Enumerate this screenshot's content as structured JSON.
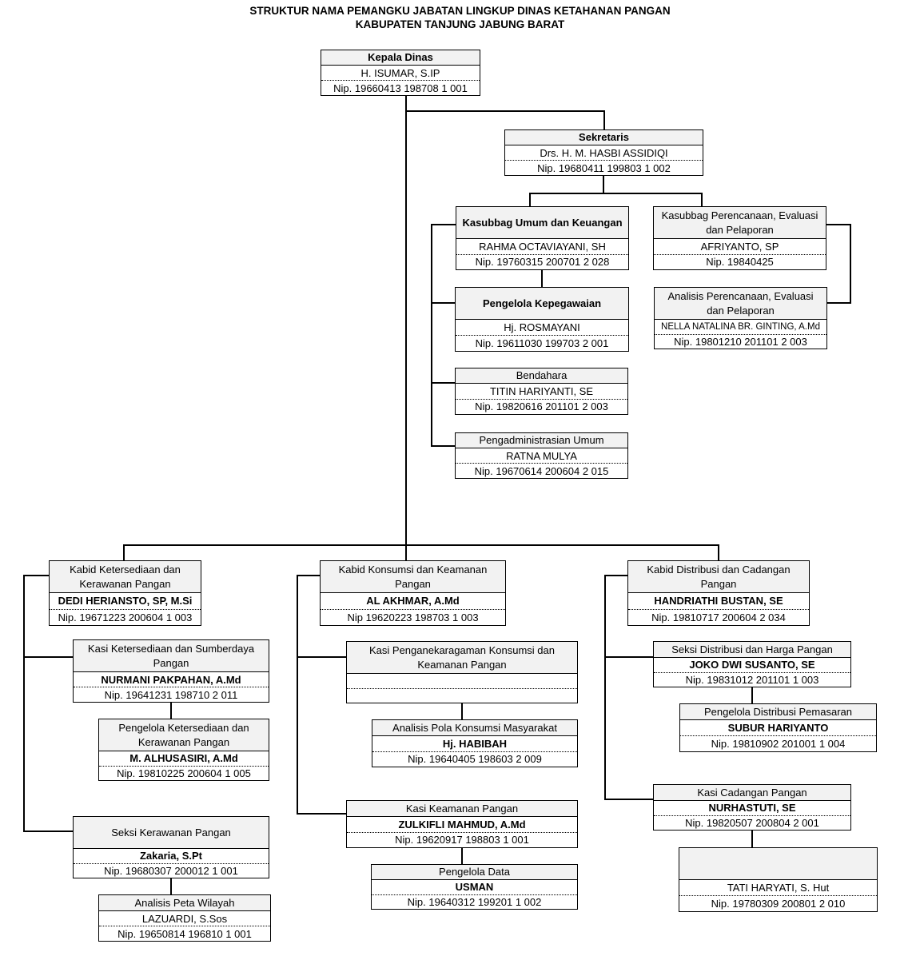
{
  "style": {
    "header_bg": "#f2f2f2",
    "line_color": "#000000",
    "border_color": "#000000",
    "background": "#ffffff"
  },
  "title": {
    "line1": "STRUKTUR NAMA PEMANGKU JABATAN LINGKUP DINAS KETAHANAN PANGAN",
    "line2": "KABUPATEN TANJUNG JABUNG BARAT"
  },
  "boxes": {
    "kepala_dinas": {
      "title": "Kepala Dinas",
      "name": "H. ISUMAR, S.IP",
      "nip": "Nip. 19660413 198708 1 001"
    },
    "sekretaris": {
      "title": "Sekretaris",
      "name": "Drs. H. M. HASBI ASSIDIQI",
      "nip": "Nip. 19680411 199803 1 002"
    },
    "kasubbag_umum": {
      "title": "Kasubbag Umum dan Keuangan",
      "name": "RAHMA OCTAVIAYANI, SH",
      "nip": "Nip. 19760315 200701 2 028"
    },
    "kasubbag_perencanaan": {
      "title": "Kasubbag Perencanaan, Evaluasi\ndan Pelaporan",
      "name": "AFRIYANTO, SP",
      "nip": "Nip. 19840425"
    },
    "pengelola_kepegawaian": {
      "title": "Pengelola Kepegawaian",
      "name": "Hj. ROSMAYANI",
      "nip": "Nip. 19611030 199703 2 001"
    },
    "analisis_perencanaan": {
      "title": "Analisis Perencanaan, Evaluasi\ndan Pelaporan",
      "name": "NELLA NATALINA BR. GINTING, A.Md",
      "nip": "Nip. 19801210 201101 2 003"
    },
    "bendahara": {
      "title": "Bendahara",
      "name": "TITIN HARIYANTI, SE",
      "nip": "Nip. 19820616 201101 2 003"
    },
    "pengadministrasian_umum": {
      "title": "Pengadministrasian Umum",
      "name": "RATNA MULYA",
      "nip": "Nip. 19670614 200604 2 015"
    },
    "kabid_ketersediaan": {
      "title": "Kabid Ketersediaan dan\nKerawanan Pangan",
      "name": "DEDI HERIANSTO, SP, M.Si",
      "nip": "Nip. 19671223 200604 1 003"
    },
    "kabid_konsumsi": {
      "title": "Kabid Konsumsi dan Keamanan\nPangan",
      "name": "AL AKHMAR, A.Md",
      "nip": "Nip 19620223 198703 1 003"
    },
    "kabid_distribusi": {
      "title": "Kabid Distribusi dan Cadangan\nPangan",
      "name": "HANDRIATHI BUSTAN, SE",
      "nip": "Nip. 19810717 200604 2 034"
    },
    "kasi_ketersediaan": {
      "title": "Kasi Ketersediaan dan Sumberdaya\nPangan",
      "name": "NURMANI PAKPAHAN, A.Md",
      "nip": "Nip. 19641231 198710 2 011"
    },
    "pengelola_ketersediaan": {
      "title": "Pengelola Ketersediaan dan\nKerawanan Pangan",
      "name": "M. ALHUSASIRI, A.Md",
      "nip": "Nip. 19810225 200604 1 005"
    },
    "seksi_kerawanan": {
      "title": "Seksi Kerawanan Pangan",
      "name": "Zakaria, S.Pt",
      "nip": "Nip. 19680307 200012 1 001"
    },
    "analisis_peta": {
      "title": "Analisis Peta Wilayah",
      "name": "LAZUARDI, S.Sos",
      "nip": "Nip. 19650814 196810 1 001"
    },
    "kasi_penganekaragaman": {
      "title": "Kasi Penganekaragaman Konsumsi dan\nKeamanan Pangan",
      "name": "",
      "nip": ""
    },
    "analisis_pola": {
      "title": "Analisis Pola Konsumsi Masyarakat",
      "name": "Hj. HABIBAH",
      "nip": "Nip. 19640405 198603 2 009"
    },
    "kasi_keamanan": {
      "title": "Kasi Keamanan Pangan",
      "name": "ZULKIFLI MAHMUD, A.Md",
      "nip": "Nip. 19620917 198803 1 001"
    },
    "pengelola_data": {
      "title": "Pengelola Data",
      "name": "USMAN",
      "nip": "Nip. 19640312 199201 1 002"
    },
    "seksi_distribusi": {
      "title": "Seksi Distribusi dan Harga Pangan",
      "name": "JOKO DWI SUSANTO, SE",
      "nip": "Nip. 19831012 201101 1 003"
    },
    "pengelola_distribusi": {
      "title": "Pengelola Distribusi Pemasaran",
      "name": "SUBUR HARIYANTO",
      "nip": "Nip. 19810902 201001 1 004"
    },
    "kasi_cadangan": {
      "title": "Kasi Cadangan Pangan",
      "name": "NURHASTUTI, SE",
      "nip": "Nip. 19820507 200804 2 001"
    },
    "tati": {
      "title": "",
      "name": "TATI HARYATI, S. Hut",
      "nip": "Nip. 19780309 200801 2 010"
    }
  }
}
